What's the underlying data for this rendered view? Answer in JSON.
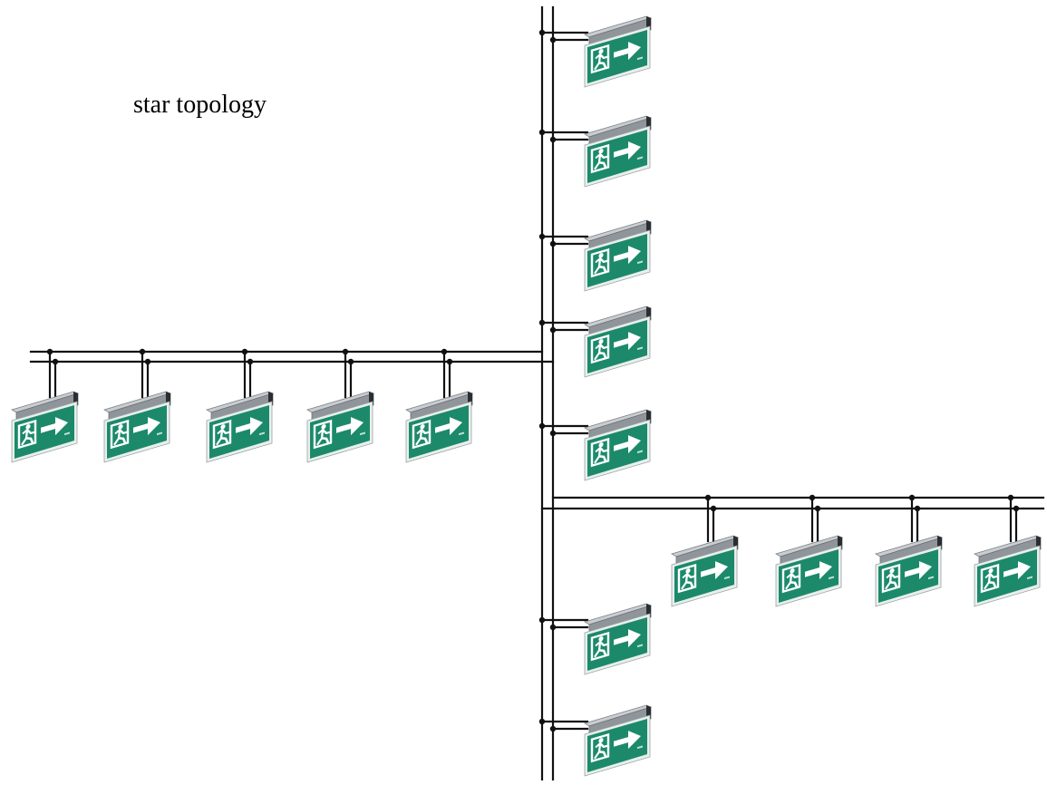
{
  "diagram": {
    "caption": "star topology",
    "colors": {
      "cable": "#111111",
      "sign_face": "#1c8a6a",
      "sign_rim": "#e9efed",
      "housing_top": "#c9cdd0",
      "housing_front": "#8f959a",
      "housing_end": "#2b2e31",
      "pictogram": "#ffffff"
    },
    "branches": [
      {
        "name": "trunk-branch",
        "sign_count": 7
      },
      {
        "name": "left-branch",
        "sign_count": 5
      },
      {
        "name": "right-branch",
        "sign_count": 4
      }
    ],
    "sign": {
      "pictogram_icon": "running-man-icon",
      "arrow_icon": "arrow-right-icon"
    }
  }
}
